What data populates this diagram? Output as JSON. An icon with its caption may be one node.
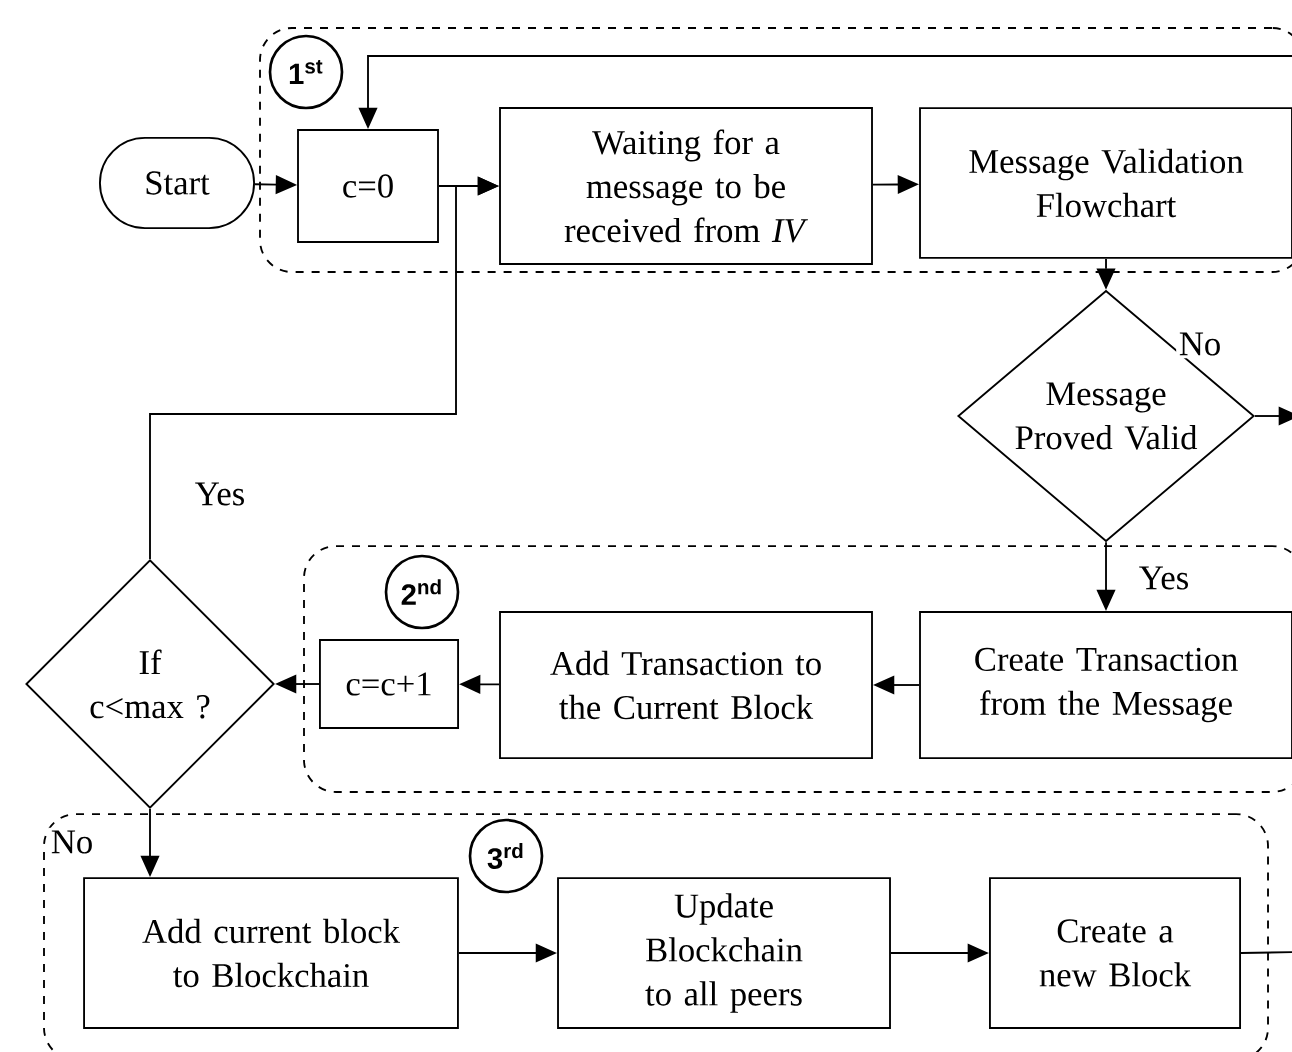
{
  "diagram": {
    "nodes": [
      {
        "text": [
          "1$^{st}$"
        ]
      },
      {
        "text": [
          "Start"
        ]
      },
      {
        "text": [
          "c=0"
        ],
        "in": 0
      },
      {
        "text": [
          "Waiting for a message to be received from *IV*"
        ],
        "in": 0
      },
      {
        "text": [
          "Message Validation Flowchart"
        ],
        "in": 0
      },
      {
        "text": [
          "Message Proved Valid"
        ]
      },
      {
        "text": [
          "2$^{nd}$"
        ]
      },
      {
        "text": [
          "Create Transaction from the Message"
        ],
        "in": 6
      },
      {
        "text": [
          "Add Transaction to the Current Block"
        ],
        "in": 6
      },
      {
        "text": [
          "c=c+1"
        ],
        "in": 6
      },
      {
        "text": [
          "If c<max ?"
        ]
      },
      {
        "text": [
          "3$^{rd}$"
        ]
      },
      {
        "text": [
          "Add current block to Blockchain"
        ],
        "in": 11
      },
      {
        "text": [
          "Update Blockchain to all peers"
        ],
        "in": 11
      },
      {
        "text": [
          "Create a new Block"
        ],
        "in": 11
      }
    ],
    "edges": [
      {
        "from": 1,
        "to": 2,
        "arrow": "to"
      },
      {
        "from": 2,
        "to": 3,
        "arrow": "to"
      },
      {
        "from": 3,
        "to": 4,
        "arrow": "to"
      },
      {
        "from": 4,
        "to": 5,
        "arrow": "to"
      },
      {
        "from": 5,
        "to": 7,
        "arrow": "to",
        "label": "Yes"
      },
      {
        "from": 5,
        "to": null,
        "arrow": "to",
        "label": "No"
      },
      {
        "from": null,
        "to": 2,
        "arrow": "to"
      },
      {
        "from": 7,
        "to": 8,
        "arrow": "to"
      },
      {
        "from": 8,
        "to": 9,
        "arrow": "to"
      },
      {
        "from": 9,
        "to": 10,
        "arrow": "to"
      },
      {
        "from": 10,
        "to": 3,
        "arrow": "to",
        "label": "Yes"
      },
      {
        "from": 10,
        "to": 12,
        "arrow": "to",
        "label": "No"
      },
      {
        "from": 12,
        "to": 13,
        "arrow": "to"
      },
      {
        "from": 13,
        "to": 14,
        "arrow": "to"
      },
      {
        "from": 14,
        "to": null,
        "arrow": "none"
      }
    ]
  }
}
